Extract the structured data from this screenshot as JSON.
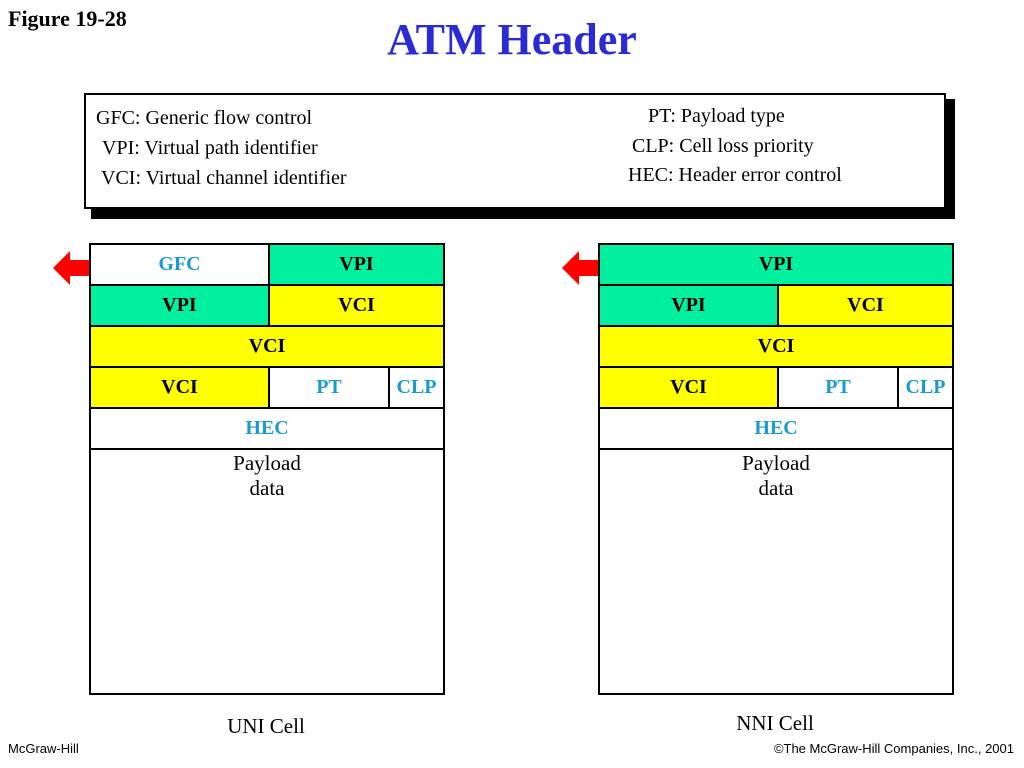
{
  "figure_label": "Figure 19-28",
  "title": "ATM Header",
  "legend": {
    "left": [
      "GFC: Generic flow control",
      "VPI: Virtual path identifier",
      "VCI: Virtual channel identifier"
    ],
    "right": [
      "PT: Payload type",
      "CLP: Cell loss priority",
      "HEC: Header error control"
    ]
  },
  "uni": {
    "row1": [
      "GFC",
      "VPI"
    ],
    "row2": [
      "VPI",
      "VCI"
    ],
    "row3": "VCI",
    "row4": [
      "VCI",
      "PT",
      "CLP"
    ],
    "row5": "HEC",
    "payload": [
      "Payload",
      "data"
    ],
    "label": "UNI  Cell"
  },
  "nni": {
    "row1": "VPI",
    "row2": [
      "VPI",
      "VCI"
    ],
    "row3": "VCI",
    "row4": [
      "VCI",
      "PT",
      "CLP"
    ],
    "row5": "HEC",
    "payload": [
      "Payload",
      "data"
    ],
    "label": "NNI  Cell"
  },
  "colors": {
    "title": "#2b2bd6",
    "green": "#00f0a0",
    "yellow": "#ffff00",
    "blue_text": "#1a9bd0",
    "arrow": "#ff0000"
  },
  "footer": {
    "left": "McGraw-Hill",
    "right": "©The McGraw-Hill Companies, Inc., 2001"
  }
}
